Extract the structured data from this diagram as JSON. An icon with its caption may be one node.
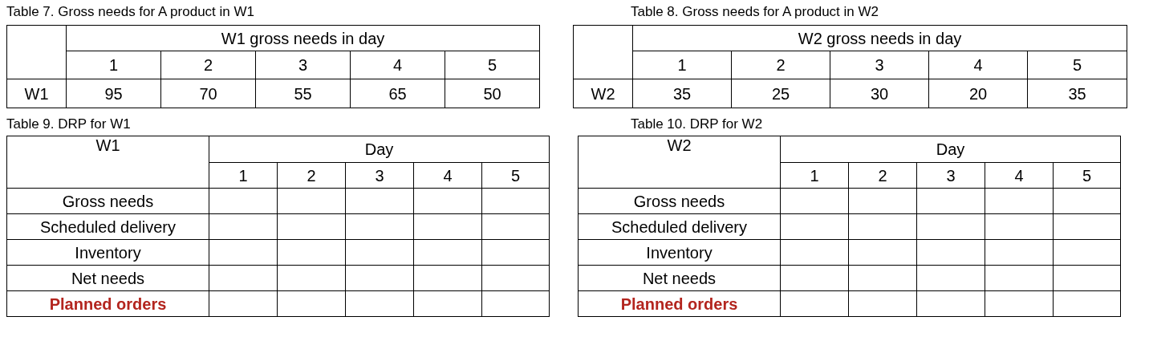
{
  "diagram": {
    "labels": [
      "Table 7. Gross needs for A product in W1",
      "W1 gross needs in day",
      "1",
      "2",
      "3",
      "4",
      "5",
      "W1",
      "95",
      "70",
      "55",
      "65",
      "50",
      "Table 8. Gross needs for A product in W2",
      "W2 gross needs in day",
      "1",
      "2",
      "3",
      "4",
      "5",
      "W2",
      "35",
      "25",
      "30",
      "20",
      "35",
      "Table 9. DRP for W1",
      "W1",
      "Day",
      "1",
      "2",
      "3",
      "4",
      "5",
      "Gross needs",
      "Scheduled delivery",
      "Inventory",
      "Net needs",
      "Planned orders",
      "Table 10. DRP for W2",
      "W2",
      "Day",
      "1",
      "2",
      "3",
      "4",
      "5",
      "Gross needs",
      "Scheduled delivery",
      "Inventory",
      "Net needs",
      "Planned orders"
    ]
  }
}
